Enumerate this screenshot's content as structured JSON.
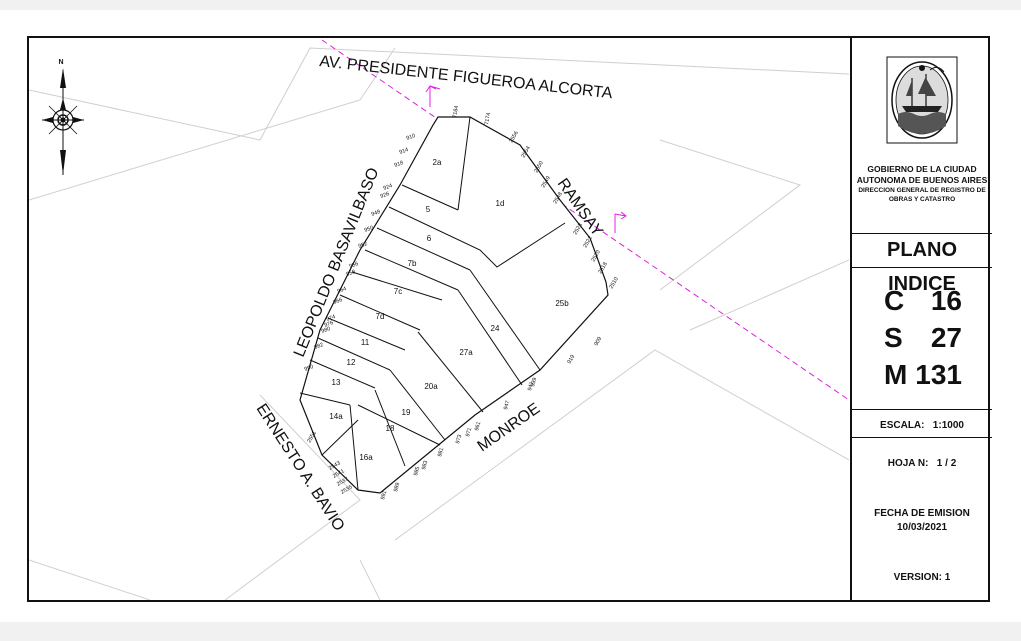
{
  "streets": {
    "north": "AV. PRESIDENTE FIGUEROA ALCORTA",
    "east": "RAMSAY",
    "west": "LEOPOLDO BASAVILBASO",
    "south": "MONROE",
    "southwest": "ERNESTO A. BAVIO"
  },
  "compass": {
    "north_label": "N"
  },
  "parcels": [
    "2a",
    "5",
    "6",
    "7b",
    "7c",
    "7d",
    "11",
    "12",
    "13",
    "14a",
    "16a",
    "18",
    "19",
    "20a",
    "27a",
    "24",
    "25b",
    "1d"
  ],
  "door_numbers": {
    "west": [
      "910",
      "914",
      "918",
      "924",
      "926",
      "948",
      "950",
      "952",
      "956",
      "958",
      "964",
      "966",
      "974",
      "976",
      "980",
      "982",
      "990"
    ],
    "north": [
      "7184",
      "7174"
    ],
    "east": [
      "2556",
      "2554",
      "2550",
      "2549",
      "2548",
      "2528",
      "2522",
      "2520",
      "2518",
      "2510"
    ],
    "south": [
      "909",
      "919",
      "939",
      "941",
      "947",
      "961",
      "971",
      "973",
      "981",
      "983",
      "985",
      "989",
      "991"
    ],
    "southwest": [
      "2551",
      "2543",
      "2541",
      "2537",
      "2535"
    ]
  },
  "colors": {
    "line": "#111111",
    "street_outline": "#cccccc",
    "dashed": "#e020e0"
  },
  "title_block": {
    "gov_line1": "GOBIERNO DE LA CIUDAD",
    "gov_line2": "AUTONOMA DE BUENOS AIRES",
    "dir_line1": "DIRECCION GENERAL DE REGISTRO DE",
    "dir_line2": "OBRAS Y CATASTRO",
    "plan_title": "PLANO INDICE",
    "codes": [
      {
        "letter": "C",
        "value": "16"
      },
      {
        "letter": "S",
        "value": "27"
      },
      {
        "letter": "M",
        "value": "131"
      }
    ],
    "scale": "ESCALA:   1:1000",
    "sheet": "HOJA N:   1 / 2",
    "issue_label": "FECHA DE EMISION",
    "issue_date": "10/03/2021",
    "version": "VERSION: 1"
  }
}
